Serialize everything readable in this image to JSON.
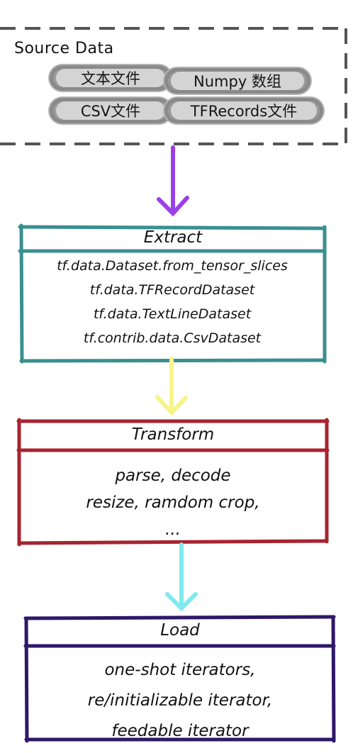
{
  "source": {
    "title": "Source Data",
    "items": [
      "文本文件",
      "Numpy 数组",
      "CSV文件",
      "TFRecords文件"
    ]
  },
  "extract": {
    "title": "Extract",
    "lines": [
      "tf.data.Dataset.from_tensor_slices",
      "tf.data.TFRecordDataset",
      "tf.data.TextLineDataset",
      "tf.contrib.data.CsvDataset"
    ]
  },
  "transform": {
    "title": "Transform",
    "lines": [
      "parse, decode",
      "resize, ramdom crop,",
      "..."
    ]
  },
  "load": {
    "title": "Load",
    "lines": [
      "one-shot iterators,",
      "re/initializable iterator,",
      "feedable iterator"
    ]
  },
  "colors": {
    "source_border": "#555555",
    "extract": "#3a8f8f",
    "transform": "#a8232f",
    "load": "#2e1868",
    "arrow_source_extract": "#9b3fe6",
    "arrow_extract_transform": "#f7f48a",
    "arrow_transform_load": "#7eeaf0",
    "pill_outer": "#9b9b9b",
    "pill_inner": "#d4d4d4"
  }
}
